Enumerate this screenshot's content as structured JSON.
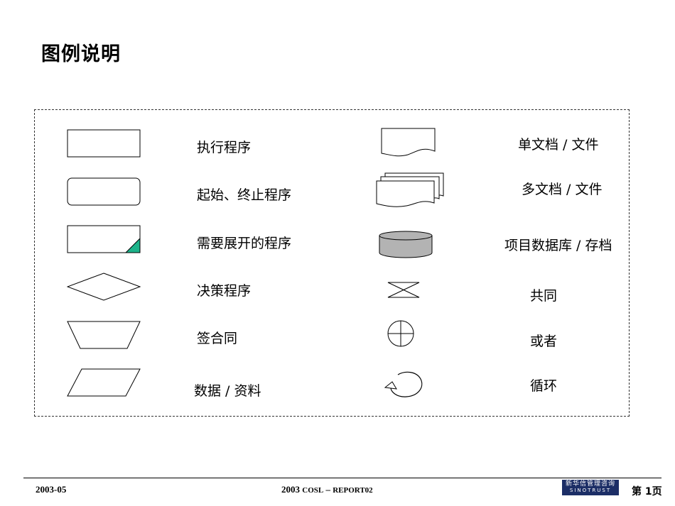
{
  "title": "图例说明",
  "legend": {
    "left": [
      {
        "icon": "process-rect-icon",
        "label": "执行程序"
      },
      {
        "icon": "rounded-rect-icon",
        "label": "起始、终止程序"
      },
      {
        "icon": "expandable-process-icon",
        "label": "需要展开的程序"
      },
      {
        "icon": "decision-diamond-icon",
        "label": "决策程序"
      },
      {
        "icon": "trapezoid-icon",
        "label": "签合同"
      },
      {
        "icon": "parallelogram-icon",
        "label": "数据 / 资料"
      }
    ],
    "right": [
      {
        "icon": "document-icon",
        "label": "单文档 / 文件"
      },
      {
        "icon": "multi-document-icon",
        "label": "多文档 / 文件"
      },
      {
        "icon": "database-cylinder-icon",
        "label": "项目数据库 / 存档"
      },
      {
        "icon": "collate-icon",
        "label": "共同"
      },
      {
        "icon": "or-circle-icon",
        "label": "或者"
      },
      {
        "icon": "loop-arrow-icon",
        "label": "循环"
      }
    ]
  },
  "colors": {
    "accent_green": "#1db38a",
    "cylinder_gray": "#b3b3b3",
    "logo_bg": "#1c2e66"
  },
  "footer": {
    "date": "2003-05",
    "report_prefix": "2003 ",
    "report_company": "COSL",
    "report_dash": " – ",
    "report_suffix": "REPORT02",
    "logo_cn": "新华信管理咨询",
    "logo_en": "SINOTRUST",
    "page": "第 1页"
  }
}
